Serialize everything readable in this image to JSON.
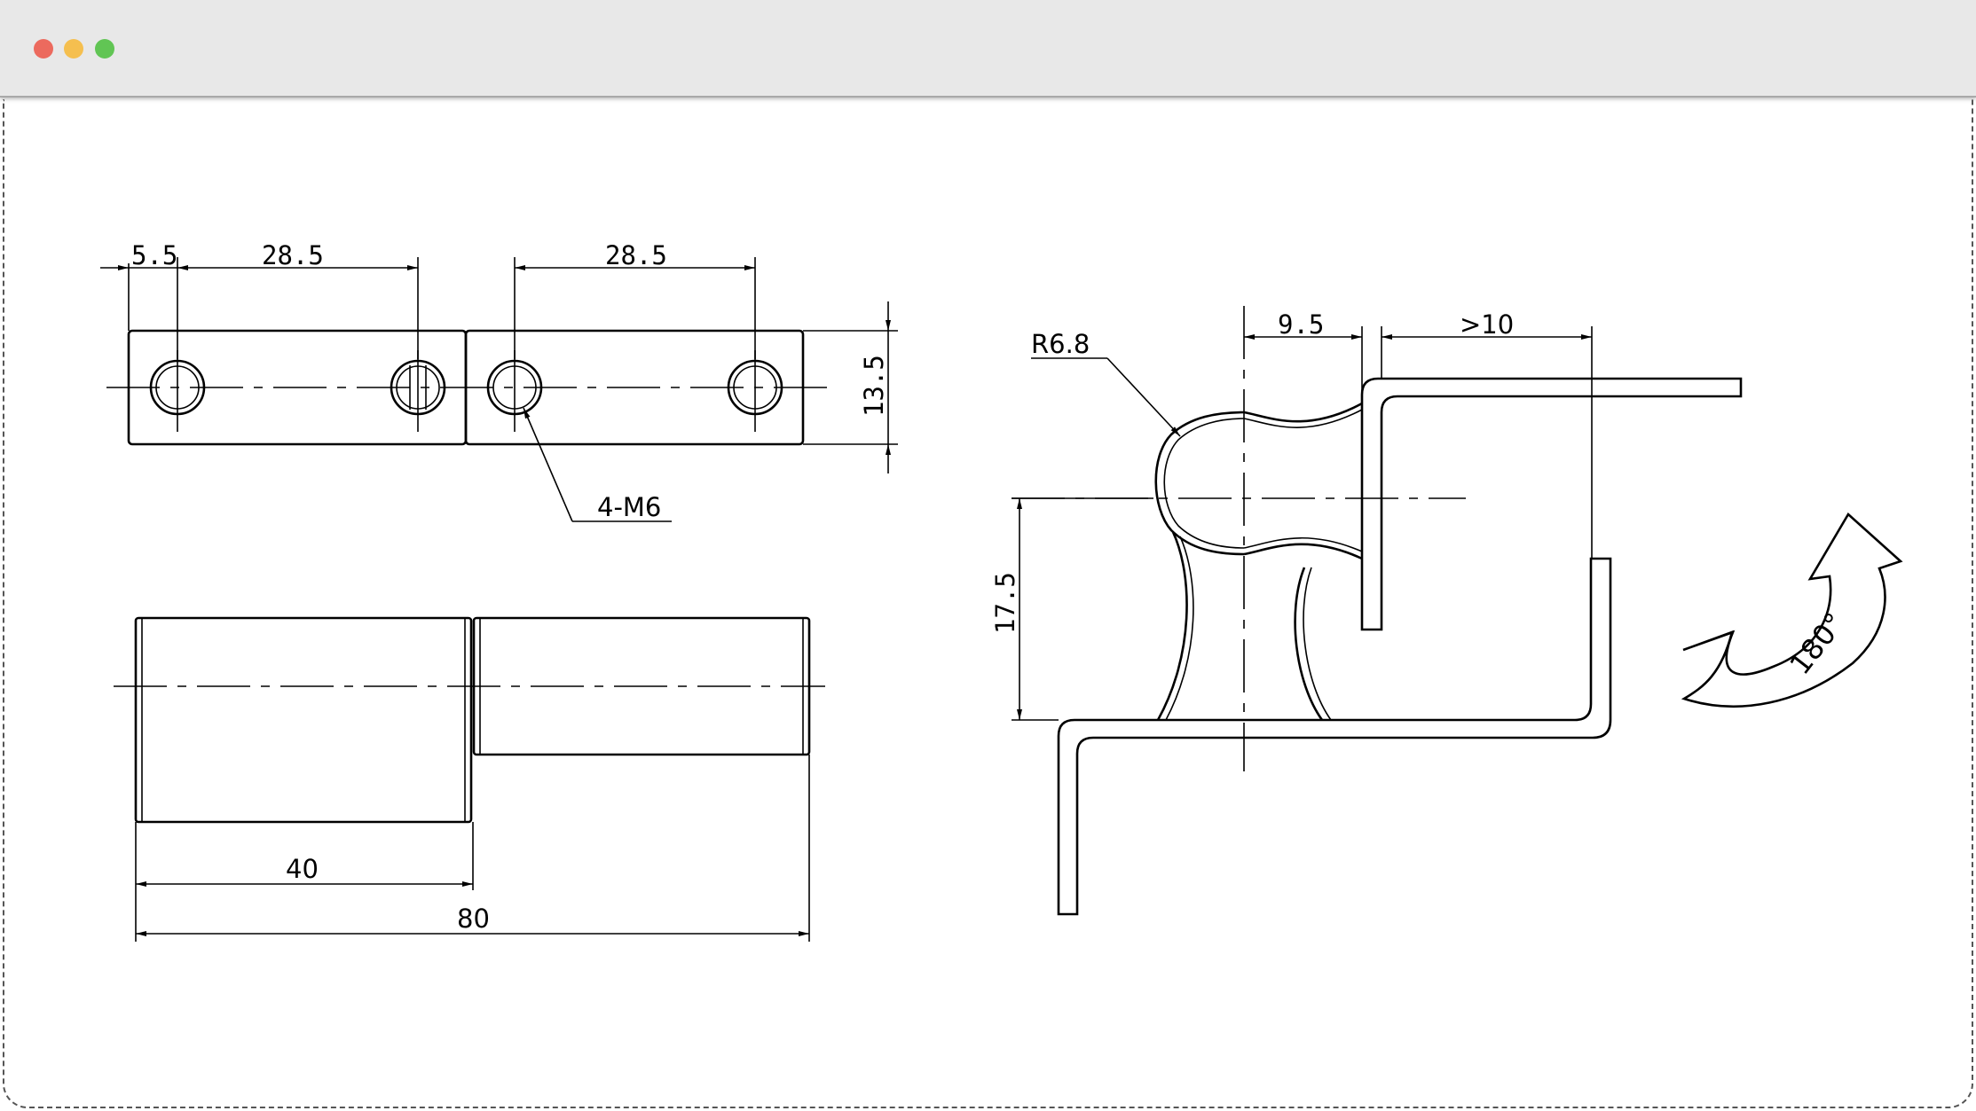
{
  "window": {
    "controls": {
      "close_color": "#ec6a5e",
      "minimize_color": "#f5bf4f",
      "maximize_color": "#61c554"
    }
  },
  "drawing": {
    "top_view": {
      "dim_edge_to_hole": "5.5",
      "dim_hole_spacing_left": "28.5",
      "dim_hole_spacing_right": "28.5",
      "dim_width": "13.5",
      "hole_callout": "4-M6"
    },
    "front_view": {
      "dim_half_length": "40",
      "dim_total_length": "80"
    },
    "side_view": {
      "dim_radius": "R6.8",
      "dim_offset": "9.5",
      "dim_min_leaf": ">10",
      "dim_height": "17.5"
    },
    "rotation": {
      "label": "180°"
    }
  }
}
